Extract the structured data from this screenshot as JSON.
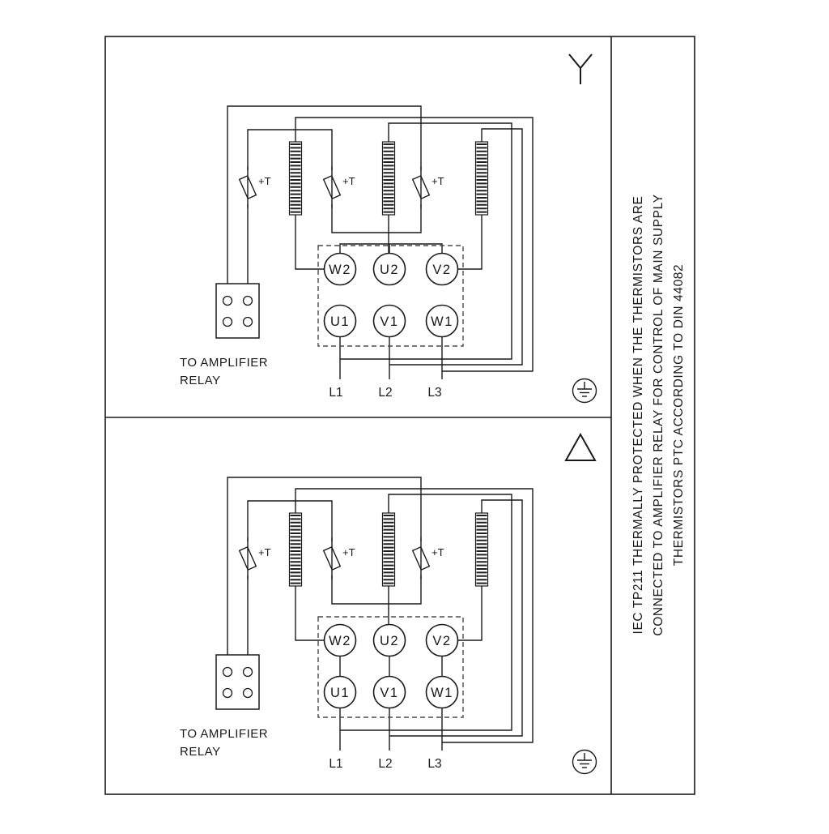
{
  "colors": {
    "line": "#1a1a1a",
    "dashed_box": "#4a4a4a",
    "background": "#ffffff"
  },
  "side_note": {
    "line1": "IEC TP211 THERMALLY PROTECTED WHEN THE THERMISTORS ARE",
    "line2": "CONNECTED TO AMPLIFIER RELAY FOR CONTROL OF MAIN SUPPLY",
    "line3": "THERMISTORS PTC ACCORDING TO DIN 44082"
  },
  "panels": [
    {
      "connection": "star",
      "relay_caption_line1": "TO AMPLIFIER",
      "relay_caption_line2": "RELAY",
      "thermistor_label": "+T",
      "terminals_top": [
        "W2",
        "U2",
        "V2"
      ],
      "terminals_bottom": [
        "U1",
        "V1",
        "W1"
      ],
      "supply_lines": [
        "L1",
        "L2",
        "L3"
      ]
    },
    {
      "connection": "delta",
      "relay_caption_line1": "TO AMPLIFIER",
      "relay_caption_line2": "RELAY",
      "thermistor_label": "+T",
      "terminals_top": [
        "W2",
        "U2",
        "V2"
      ],
      "terminals_bottom": [
        "U1",
        "V1",
        "W1"
      ],
      "supply_lines": [
        "L1",
        "L2",
        "L3"
      ]
    }
  ]
}
